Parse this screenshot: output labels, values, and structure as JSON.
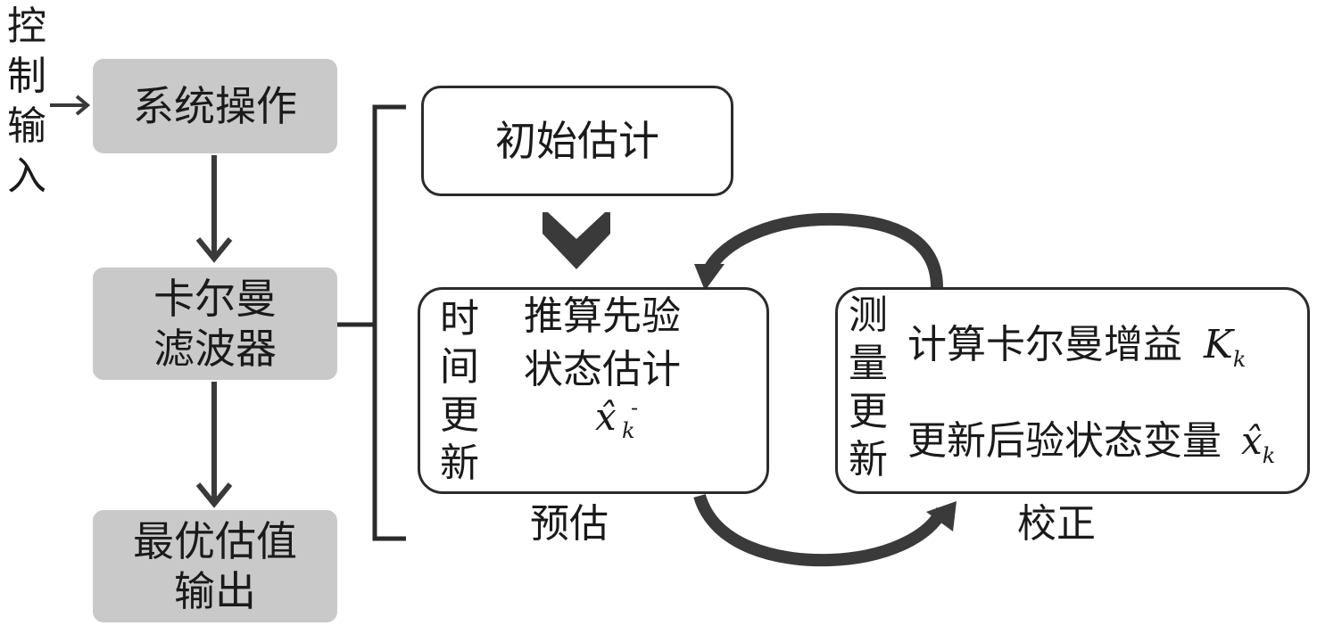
{
  "control_input": {
    "label": [
      "控",
      "制",
      "输",
      "入"
    ]
  },
  "left_flow": {
    "system_operation": "系统操作",
    "kalman_filter": [
      "卡尔曼",
      "滤波器"
    ],
    "optimal_output": [
      "最优估值",
      "输出"
    ]
  },
  "initial_estimate": {
    "label": "初始估计"
  },
  "predict_box": {
    "side_label": [
      "时",
      "间",
      "更",
      "新"
    ],
    "line1": "推算先验",
    "line2": "状态估计",
    "symbol_base": "x̂",
    "symbol_sub": "k",
    "symbol_sup": "-",
    "caption": "预估"
  },
  "correct_box": {
    "side_label": [
      "测",
      "量",
      "更",
      "新"
    ],
    "line1": "计算卡尔曼增益",
    "gain_base": "K",
    "gain_sub": "k",
    "line2": "更新后验状态变量",
    "state_base": "x̂",
    "state_sub": "k",
    "caption": "校正"
  },
  "colors": {
    "box_fill": "#c9c9c9",
    "stroke": "#2b2b2b",
    "arrow": "#3a3a3a"
  }
}
